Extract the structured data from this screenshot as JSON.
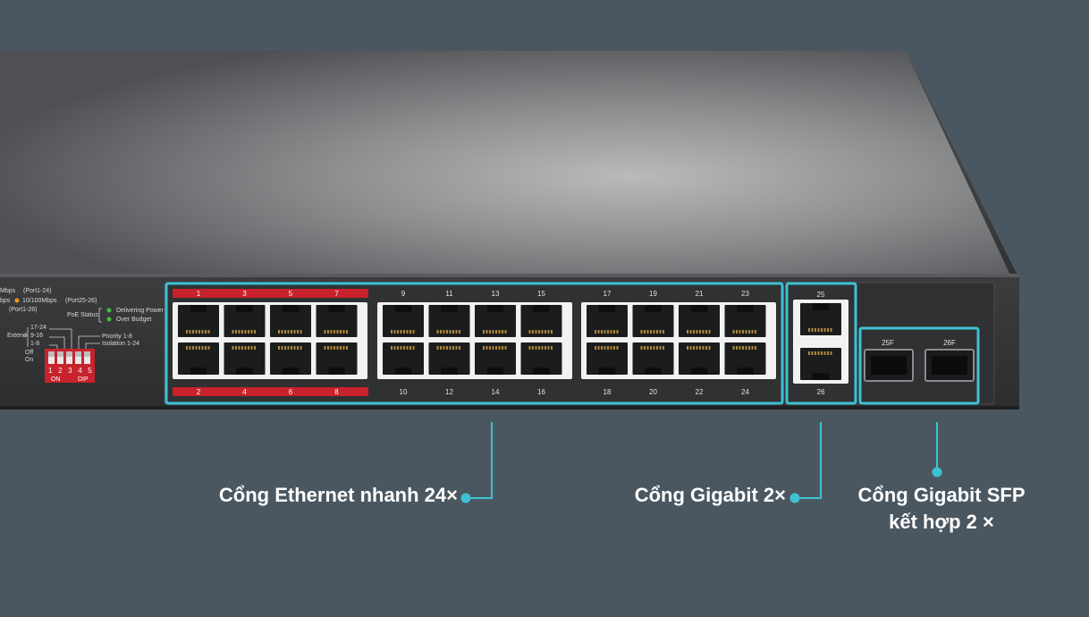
{
  "panel": {
    "speed_left_1": "Mbps",
    "speed_port_1": "(Port1-24)",
    "speed_left_2": "bps",
    "speed_mid_2": "10/100Mbps",
    "speed_port_2": "(Port25-26)",
    "speed_port_3": "(Port1-26)",
    "poe_status": "PoE Status",
    "delivering_power": "Delivering Power",
    "over_budget": "Over Budget",
    "extend": "Extend",
    "range_17_24": "17-24",
    "range_9_16": "9-16",
    "range_1_8": "1-8",
    "priority": "Priority 1-8",
    "isolation": "Isolation 1-24",
    "off": "Off",
    "on": "On",
    "dip_numbers": "1 2 3 4 5",
    "dip_on": "ON",
    "dip": "DIP"
  },
  "ports": {
    "top_row": [
      "1",
      "3",
      "5",
      "7",
      "9",
      "11",
      "13",
      "15",
      "17",
      "19",
      "21",
      "23"
    ],
    "bottom_row": [
      "2",
      "4",
      "6",
      "8",
      "10",
      "12",
      "14",
      "16",
      "18",
      "20",
      "22",
      "24"
    ],
    "gigabit_top": "25",
    "gigabit_bottom": "26",
    "sfp_1": "25F",
    "sfp_2": "26F"
  },
  "callouts": {
    "fast_ethernet": "Cổng Ethernet nhanh 24×",
    "gigabit": "Cổng Gigabit 2×",
    "sfp_line1": "Cổng Gigabit SFP",
    "sfp_line2": "kết hợp 2 ×"
  },
  "colors": {
    "background": "#4b5760",
    "highlight": "#3ec1d3",
    "poe_red": "#c8222c"
  }
}
